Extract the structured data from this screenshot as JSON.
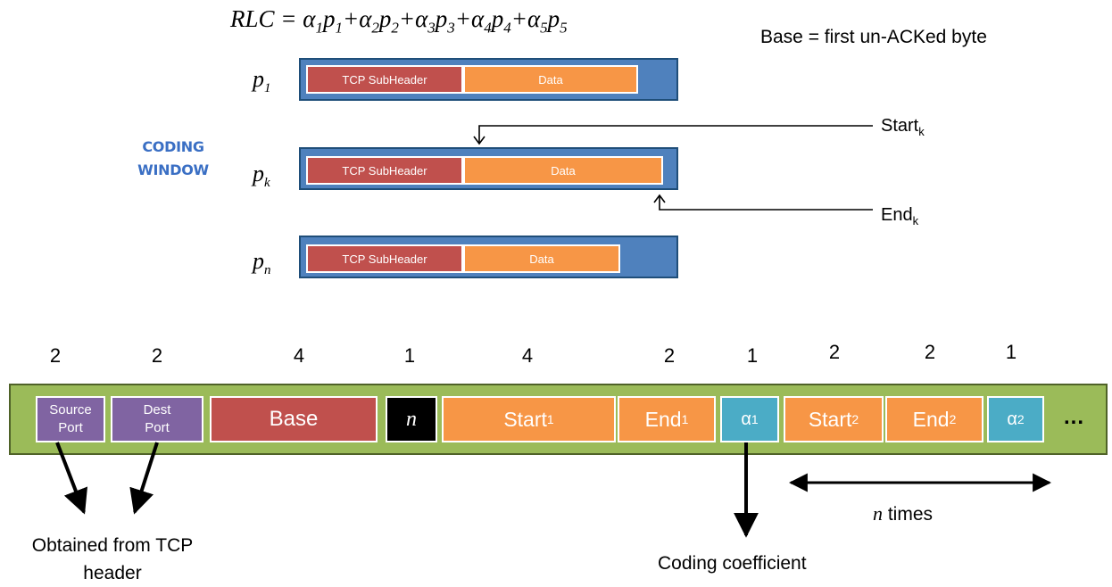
{
  "formula": {
    "lhs": "RLC",
    "eq": " = ",
    "terms": [
      {
        "coef": "α",
        "coef_sub": "1",
        "var": "p",
        "var_sub": "1"
      },
      {
        "coef": "α",
        "coef_sub": "2",
        "var": "p",
        "var_sub": "2"
      },
      {
        "coef": "α",
        "coef_sub": "3",
        "var": "p",
        "var_sub": "3"
      },
      {
        "coef": "α",
        "coef_sub": "4",
        "var": "p",
        "var_sub": "4"
      },
      {
        "coef": "α",
        "coef_sub": "5",
        "var": "p",
        "var_sub": "5"
      }
    ],
    "plus": "+"
  },
  "base_note": "Base = first un-ACKed byte",
  "coding_window": {
    "line1": "CODING",
    "line2": "WINDOW"
  },
  "packets": [
    {
      "label": "p",
      "sub": "1",
      "header": "TCP SubHeader",
      "data": "Data"
    },
    {
      "label": "p",
      "sub": "k",
      "header": "TCP SubHeader",
      "data": "Data"
    },
    {
      "label": "p",
      "sub": "n",
      "header": "TCP SubHeader",
      "data": "Data"
    }
  ],
  "start_label": {
    "text": "Start",
    "sub": "k"
  },
  "end_label": {
    "text": "End",
    "sub": "k"
  },
  "sizes": [
    "2",
    "2",
    "4",
    "1",
    "4",
    "2",
    "1",
    "2",
    "2",
    "1"
  ],
  "fields": {
    "source_port": {
      "line1": "Source",
      "line2": "Port"
    },
    "dest_port": {
      "line1": "Dest",
      "line2": "Port"
    },
    "base": "Base",
    "n": "n",
    "start1": {
      "text": "Start",
      "sub": "1"
    },
    "end1": {
      "text": "End",
      "sub": "1"
    },
    "alpha1": {
      "text": "α",
      "sub": "1"
    },
    "start2": {
      "text": "Start",
      "sub": "2"
    },
    "end2": {
      "text": "End",
      "sub": "2"
    },
    "alpha2": {
      "text": "α",
      "sub": "2"
    },
    "ellipsis": "..."
  },
  "captions": {
    "tcp_line1": "Obtained from TCP",
    "tcp_line2": "header",
    "n_times_var": "n",
    "n_times_text": " times",
    "coding_coefficient": "Coding coefficient"
  },
  "colors": {
    "header": "#c0504d",
    "data": "#f79646",
    "packet": "#4f81bd",
    "bar": "#9bbb59",
    "port": "#8064a2",
    "coefficient": "#4bacc6",
    "coding_window_text": "#3a6fc4"
  }
}
